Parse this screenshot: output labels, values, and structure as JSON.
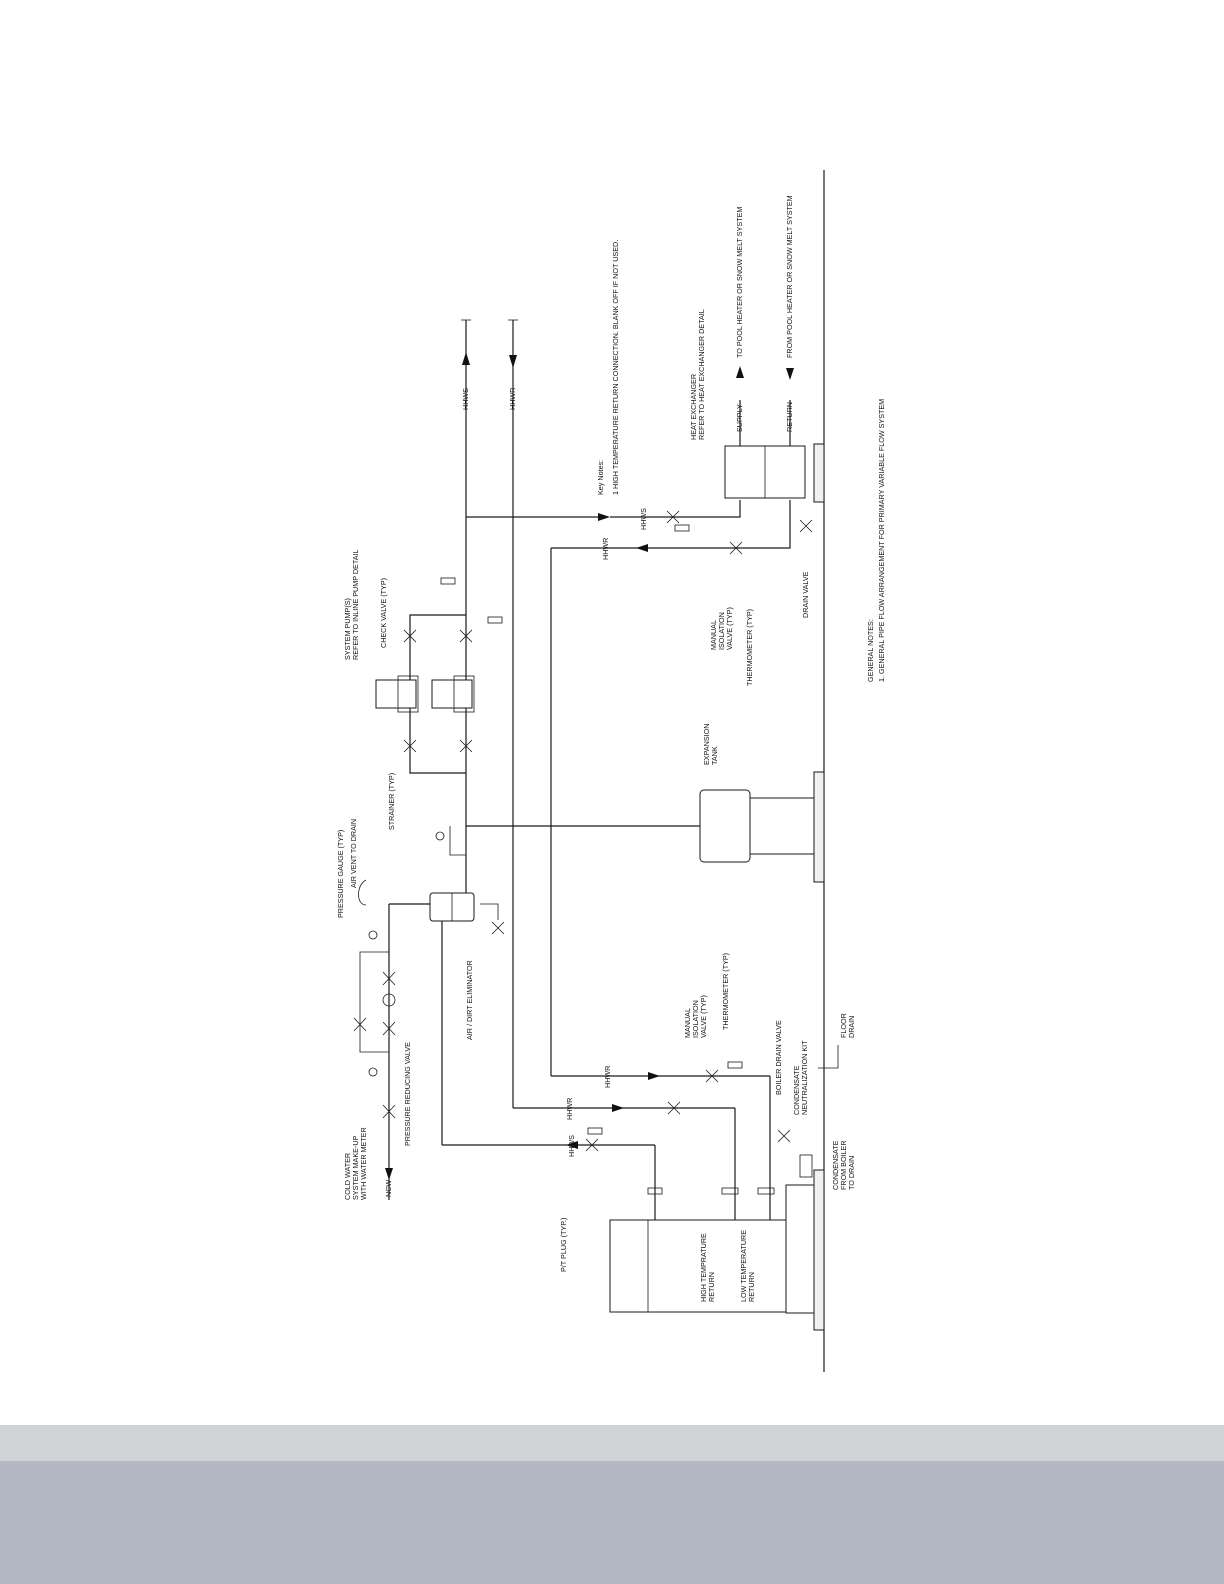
{
  "diagram": {
    "key_notes": {
      "heading": "Key Notes:",
      "items": [
        {
          "num": "1",
          "text": "HIGH TEMPERATURE RETURN CONNECTION. BLANK OFF IF NOT USED."
        }
      ]
    },
    "general_notes": {
      "heading": "GENERAL NOTES:",
      "items": [
        "1. GENERAL PIPE FLOW ARRANGEMENT FOR PRIMARY VARIABLE FLOW SYSTEM"
      ]
    },
    "pipe_labels": {
      "hhws": "HHWS",
      "hhwr": "HHWR",
      "ncw": "NCW",
      "supply": "SUPPLY",
      "return": "RETURN"
    },
    "labels": {
      "cold_water": [
        "COLD WATER",
        "SYSTEM MAKE-UP",
        "WITH WATER METER"
      ],
      "pressure_reducing_valve": "PRESSURE REDUCING VALVE",
      "pressure_gauge": "PRESSURE GAUGE (TYP)",
      "air_vent": "AIR VENT TO DRAIN",
      "air_dirt_eliminator": "AIR / DIRT ELIMINATOR",
      "strainer": "STRAINER (TYP)",
      "system_pumps": [
        "SYSTEM PUMP(S)",
        "REFER TO INLINE PUMP DETAIL"
      ],
      "check_valve": "CHECK VALVE (TYP)",
      "expansion_tank": [
        "EXPANSION",
        "TANK"
      ],
      "heat_exchanger": [
        "HEAT EXCHANGER",
        "REFER TO HEAT EXCHANGER DETAIL"
      ],
      "to_pool": "TO POOL HEATER OR SNOW MELT SYSTEM",
      "from_pool": "FROM POOL HEATER OR SNOW MELT SYSTEM",
      "manual_isolation_1": [
        "MANUAL",
        "ISOLATION",
        "VALVE (TYP)"
      ],
      "thermometer_1": "THERMOMETER (TYP)",
      "manual_isolation_2": [
        "MANUAL",
        "ISOLATION",
        "VALVE (TYP)"
      ],
      "thermometer_2": "THERMOMETER (TYP)",
      "drain_valve": "DRAIN VALVE",
      "boiler_drain_valve": "BOILER DRAIN VALVE",
      "condensate_kit": [
        "CONDENSATE",
        "NEUTRALIZATION KIT"
      ],
      "floor_drain": [
        "FLOOR",
        "DRAIN"
      ],
      "condensate_from_boiler": [
        "CONDENSATE",
        "FROM BOILER",
        "TO DRAIN"
      ],
      "pt_plug": "P/T PLUG (TYP.)",
      "high_temp_return": [
        "HIGH TEMPRATURE",
        "RETURN"
      ],
      "low_temp_return": [
        "LOW TEMPERATURE",
        "RETURN"
      ]
    }
  }
}
